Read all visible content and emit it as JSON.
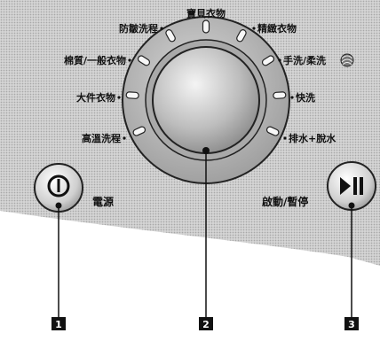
{
  "dial": {
    "programs": [
      "高溫洗程",
      "大件衣物",
      "棉質/一般衣物",
      "防皺洗程",
      "寶貝衣物",
      "精緻衣物",
      "手洗/柔洗",
      "快洗",
      "排水+脫水"
    ]
  },
  "controls": {
    "power_label": "電源",
    "start_label": "啟動/暫停"
  },
  "callouts": [
    "1",
    "2",
    "3"
  ],
  "icons": {
    "power": "power-icon",
    "play_pause": "play-pause-icon",
    "wool": "wool-ball-icon"
  },
  "colors": {
    "panel": "#c8c8c8",
    "callout_fill": "#111111",
    "callout_text": "#ffffff"
  }
}
